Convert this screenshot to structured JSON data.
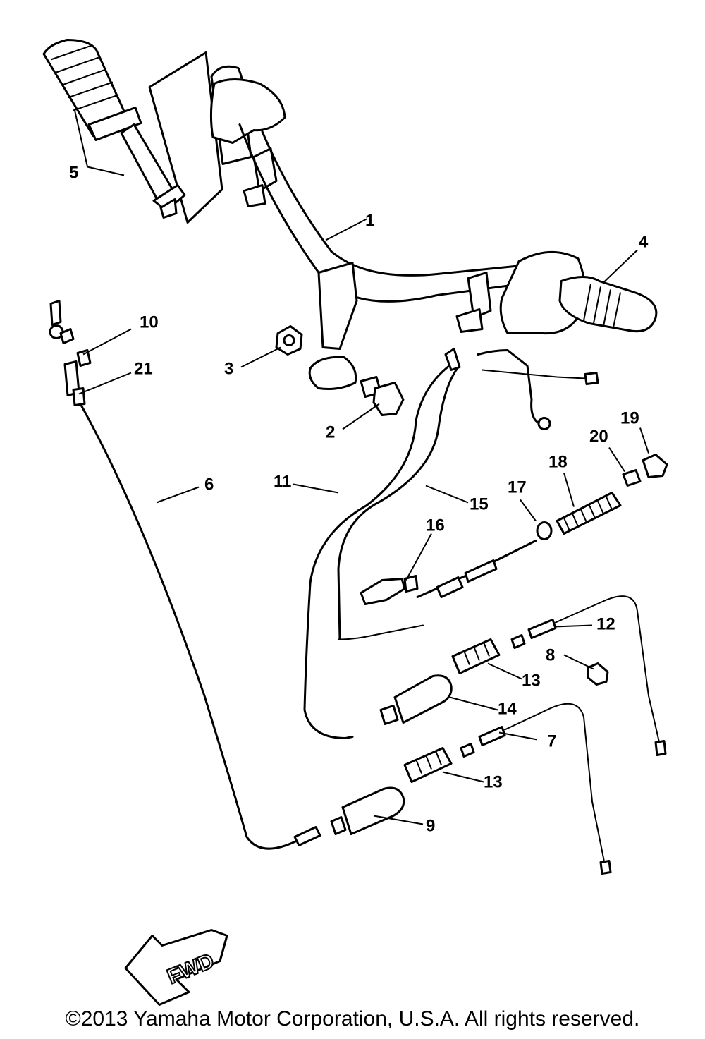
{
  "callouts": [
    {
      "id": "1",
      "label": "1"
    },
    {
      "id": "2",
      "label": "2"
    },
    {
      "id": "3",
      "label": "3"
    },
    {
      "id": "4",
      "label": "4"
    },
    {
      "id": "5",
      "label": "5"
    },
    {
      "id": "6",
      "label": "6"
    },
    {
      "id": "7",
      "label": "7"
    },
    {
      "id": "8",
      "label": "8"
    },
    {
      "id": "9",
      "label": "9"
    },
    {
      "id": "10",
      "label": "10"
    },
    {
      "id": "11",
      "label": "11"
    },
    {
      "id": "12",
      "label": "12"
    },
    {
      "id": "13a",
      "label": "13"
    },
    {
      "id": "13b",
      "label": "13"
    },
    {
      "id": "14",
      "label": "14"
    },
    {
      "id": "15",
      "label": "15"
    },
    {
      "id": "16",
      "label": "16"
    },
    {
      "id": "17",
      "label": "17"
    },
    {
      "id": "18",
      "label": "18"
    },
    {
      "id": "19",
      "label": "19"
    },
    {
      "id": "20",
      "label": "20"
    },
    {
      "id": "21",
      "label": "21"
    }
  ],
  "fwd_arrow": {
    "label": "FWD"
  },
  "copyright": "©2013 Yamaha Motor Corporation, U.S.A. All rights reserved."
}
